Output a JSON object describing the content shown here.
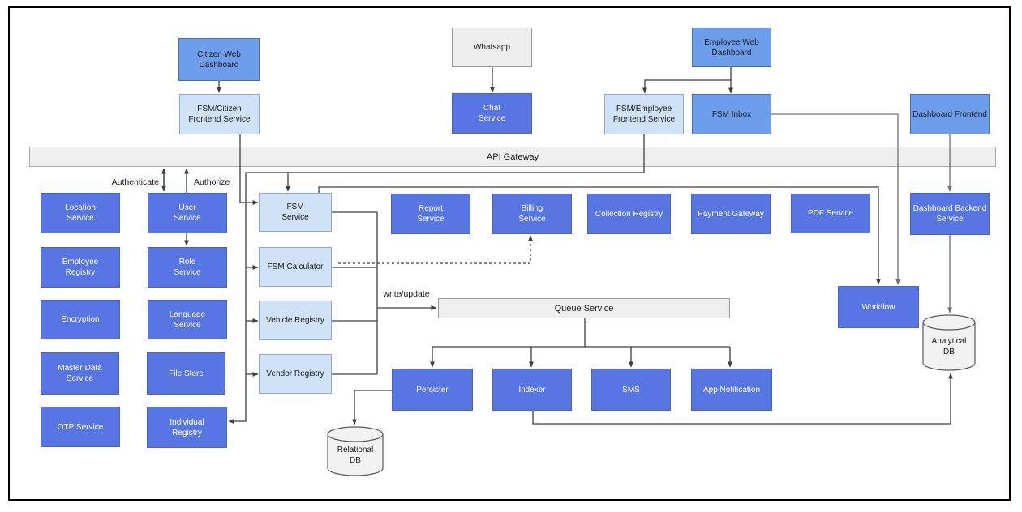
{
  "diagram": {
    "api_gateway": {
      "label": "API Gateway"
    },
    "queue_service": {
      "label": "Queue Service"
    },
    "annotations": {
      "authenticate": "Authenticate",
      "authorize": "Authorize",
      "write_update": "write/update"
    },
    "nodes": {
      "citizen_web_dashboard": {
        "label": "Citizen Web\nDashboard"
      },
      "whatsapp": {
        "label": "Whatsapp"
      },
      "employee_web_dashboard": {
        "label": "Employee Web\nDashboard"
      },
      "fsm_citizen_frontend": {
        "label": "FSM/Citizen\nFrontend Service"
      },
      "chat_service": {
        "label": "Chat\nService"
      },
      "fsm_employee_frontend": {
        "label": "FSM/Employee\nFrontend Service"
      },
      "fsm_inbox": {
        "label": "FSM Inbox"
      },
      "dashboard_frontend": {
        "label": "Dashboard Frontend"
      },
      "location_service": {
        "label": "Location\nService"
      },
      "user_service": {
        "label": "User\nService"
      },
      "employee_registry": {
        "label": "Employee\nRegistry"
      },
      "role_service": {
        "label": "Role\nService"
      },
      "encryption": {
        "label": "Encryption"
      },
      "language_service": {
        "label": "Language\nService"
      },
      "master_data_service": {
        "label": "Master Data\nService"
      },
      "file_store": {
        "label": "File Store"
      },
      "otp_service": {
        "label": "OTP Service"
      },
      "individual_registry": {
        "label": "Individual\nRegistry"
      },
      "fsm_service": {
        "label": "FSM\nService"
      },
      "fsm_calculator": {
        "label": "FSM Calculator"
      },
      "vehicle_registry": {
        "label": "Vehicle Registry"
      },
      "vendor_registry": {
        "label": "Vendor Registry"
      },
      "report_service": {
        "label": "Report\nService"
      },
      "billing_service": {
        "label": "Billing\nService"
      },
      "collection_registry": {
        "label": "Collection Registry"
      },
      "payment_gateway": {
        "label": "Payment Gateway"
      },
      "pdf_service": {
        "label": "PDF Service"
      },
      "dashboard_backend_service": {
        "label": "Dashboard Backend\nService"
      },
      "workflow": {
        "label": "Workflow"
      },
      "persister": {
        "label": "Persister"
      },
      "indexer": {
        "label": "Indexer"
      },
      "sms": {
        "label": "SMS"
      },
      "app_notification": {
        "label": "App Notification"
      }
    },
    "databases": {
      "relational_db": {
        "label": "Relational\nDB"
      },
      "analytical_db": {
        "label": "Analytical\nDB"
      }
    },
    "colors": {
      "sky_blue_fill": "#6D9EEB",
      "royal_blue_fill": "#5776E3",
      "light_blue_fill": "#CFE2F7",
      "gray_fill": "#EFEFEF",
      "connector_dark": "#3f3f3f",
      "connector_gray": "#707070"
    }
  }
}
